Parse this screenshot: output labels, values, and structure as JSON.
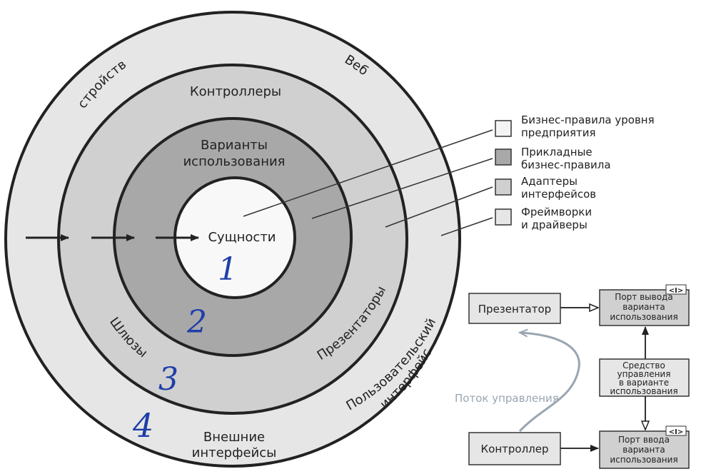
{
  "rings": {
    "outer": {
      "top_left": "Устройства",
      "top_right": "Веб",
      "right": "Пользовательский",
      "right2": "интерфейс",
      "bottom_1": "Внешние",
      "bottom_2": "интерфейсы",
      "color": "#e6e6e6"
    },
    "third": {
      "top": "Контроллеры",
      "left": "Шлюзы",
      "right": "Презентаторы",
      "color": "#d0d0d0"
    },
    "second": {
      "top_1": "Варианты",
      "top_2": "использования",
      "color": "#a8a8a8"
    },
    "core": {
      "label": "Сущности",
      "color": "#f8f8f8"
    }
  },
  "handwritten_numbers": [
    "1",
    "2",
    "3",
    "4"
  ],
  "legend": {
    "items": [
      {
        "line1": "Бизнес-правила уровня",
        "line2": "предприятия",
        "color": "#f4f4f4"
      },
      {
        "line1": "Прикладные",
        "line2": "бизнес-правила",
        "color": "#a8a8a8"
      },
      {
        "line1": "Адаптеры",
        "line2": "интерфейсов",
        "color": "#d0d0d0"
      },
      {
        "line1": "Фреймворки",
        "line2": "и драйверы",
        "color": "#e6e6e6"
      }
    ]
  },
  "flow": {
    "presenter": "Презентатор",
    "controller": "Контроллер",
    "output_port": [
      "Порт вывода",
      "варианта",
      "использования"
    ],
    "input_port": [
      "Порт ввода",
      "варианта",
      "использования"
    ],
    "interactor": [
      "Средство",
      "управления",
      "в варианте",
      "использования"
    ],
    "interface_marker": "<I>",
    "flow_label": "Поток управления",
    "flow_color": "#9aa5b1"
  },
  "accent_blue": "#1f3fa8"
}
